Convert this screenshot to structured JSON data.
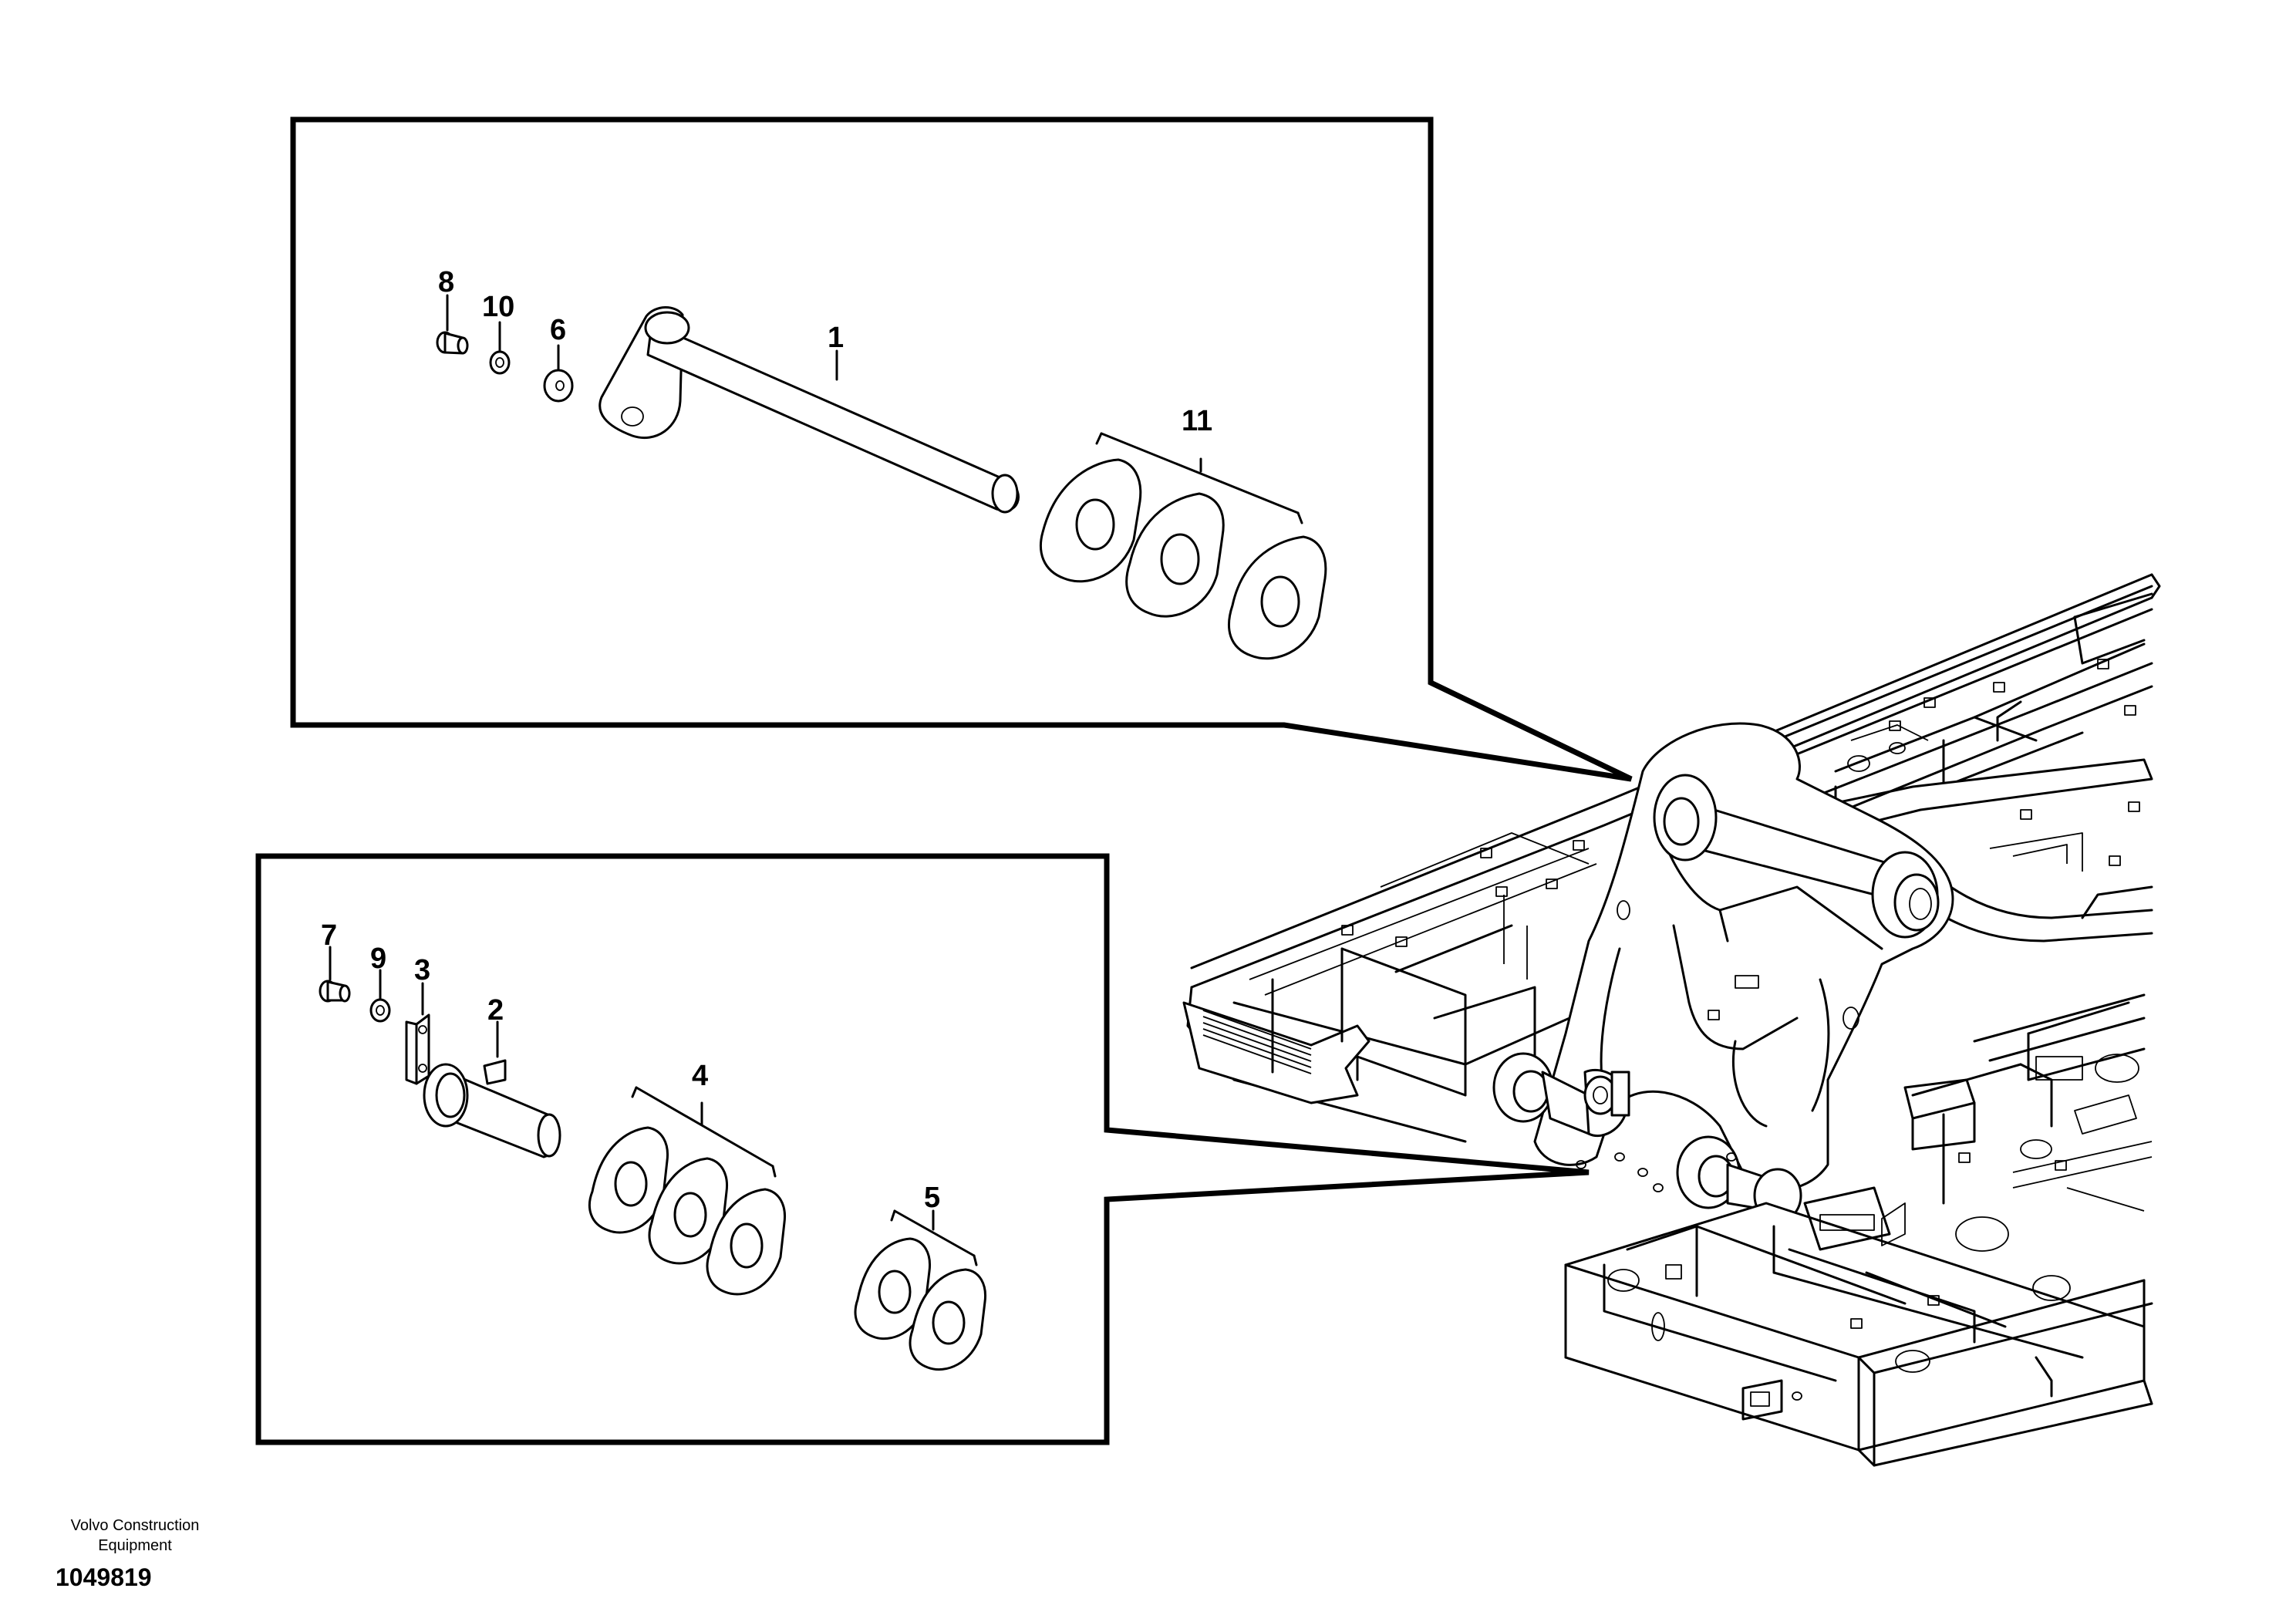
{
  "callouts": {
    "c1": "1",
    "c2": "2",
    "c3": "3",
    "c4": "4",
    "c5": "5",
    "c6": "6",
    "c7": "7",
    "c8": "8",
    "c9": "9",
    "c10": "10",
    "c11": "11"
  },
  "footer": {
    "manufacturer_line1": "Volvo Construction",
    "manufacturer_line2": "Equipment",
    "reference": "1049819"
  }
}
